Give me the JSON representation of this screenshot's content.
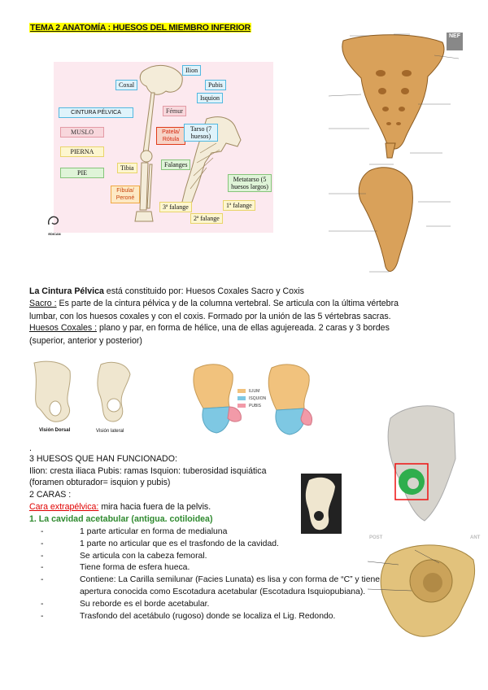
{
  "title": "TEMA 2 ANATOMÍA : HUESOS DEL MIEMBRO INFERIOR",
  "figure1": {
    "labels": {
      "coxal": "Coxal",
      "ilion": "Ilion",
      "pubis": "Pubis",
      "isquion": "Isquion",
      "cintura": "CINTURA PÉLVICA",
      "femur": "Fémur",
      "muslo": "MUSLO",
      "rotula": "Patela/ Rótula",
      "tarso": "Tarso (7 huesos)",
      "pierna": "PIERNA",
      "tibia": "Tibia",
      "falanges": "Falanges",
      "pie": "PIE",
      "perone": "Fíbula/ Peroné",
      "metatarso": "Metatarso (5 huesos largos)",
      "falange3": "3ª falange",
      "falange1": "1ª falange",
      "falange2": "2ª falange"
    },
    "logo": "EDICAN"
  },
  "sacrum_logo": "NEF",
  "intro": {
    "line1_bold": "La Cintura Pélvica",
    "line1_rest": " está constituido por: Huesos Coxales Sacro y Coxis",
    "sacro_label": "Sacro :",
    "sacro_text": " Es parte de la cintura pélvica y de la columna vertebral. Se articula con la última vértebra lumbar, con los huesos coxales y con el coxis. Formado por la unión de las 5 vértebras sacras.",
    "coxales_label": "Huesos Coxales :",
    "coxales_text": " plano y par, en forma de hélice, una de ellas agujereada. 2 caras y 3 bordes (superior, anterior y posterior)"
  },
  "figure2": {
    "caption_left": "Visión Dorsal",
    "caption_right": "Visión lateral",
    "legend": [
      "ILIUM",
      "ISQUION",
      "PUBIS"
    ]
  },
  "colors": {
    "ilium": "#f1c27d",
    "isquion": "#7ec8e3",
    "pubis": "#f29aa8",
    "bone": "#d9a15a"
  },
  "section2": {
    "dot": ".",
    "line1": "3 HUESOS QUE HAN FUNCIONADO:",
    "line2": "Ilion: cresta iliaca  Pubis: ramas Isquion: tuberosidad isquiática",
    "line3": "(foramen obturador= isquion y pubis)",
    "line4": "2 CARAS :",
    "cara_label": "Cara extrapélvica:",
    "cara_text": " mira hacia fuera de la pelvis.",
    "heading": "1. La cavidad acetabular (antigua. cotiloidea)",
    "items": [
      "1 parte articular en forma de medialuna",
      "1 parte no articular que es el trasfondo de la cavidad.",
      "Se articula con la cabeza femoral.",
      "Tiene forma de esfera hueca.",
      "Contiene: La Carilla semilunar (Facies Lunata) es lisa y con forma de “C” y tiene una apertura conocida como Escotadura acetabular (Escotadura Isquiopubiana).",
      "Su reborde es el borde acetabular.",
      "Trasfondo del acetábulo (rugoso) donde se localiza el Lig. Redondo."
    ]
  },
  "figure3": {
    "post": "POST",
    "ant": "ANT"
  }
}
